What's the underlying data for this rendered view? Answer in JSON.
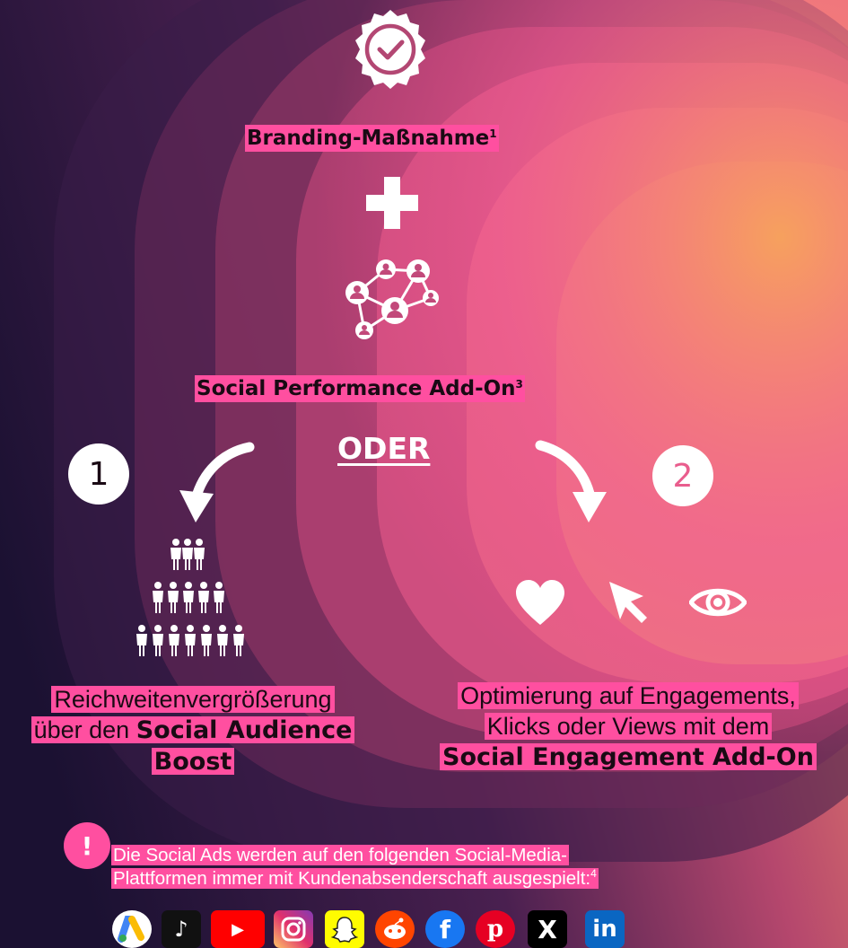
{
  "branding": {
    "label": "Branding-Maßnahme",
    "sup": "1"
  },
  "social_performance": {
    "label": "Social Performance Add-On",
    "sup": "3"
  },
  "oder_label": "ODER",
  "option1": {
    "number": "1",
    "line1": "Reichweitenvergrößerung",
    "line2_prefix": "über den ",
    "line2_bold": "Social Audience",
    "line3_bold": "Boost"
  },
  "option2": {
    "number": "2",
    "line1": "Optimierung auf Engagements,",
    "line2": "Klicks oder Views mit dem",
    "line3_bold": "Social Engagement Add-On"
  },
  "note": {
    "line1": "Die Social Ads werden auf den folgenden Social-Media-",
    "line2": "Plattformen immer mit Kundenabsenderschaft ausgespielt:",
    "sup": "4",
    "exclamation": "!"
  },
  "platforms": [
    {
      "icon": "google-ads-icon"
    },
    {
      "icon": "tiktok-icon",
      "glyph": "♪"
    },
    {
      "icon": "youtube-icon",
      "glyph": "▶"
    },
    {
      "icon": "instagram-icon"
    },
    {
      "icon": "snapchat-icon"
    },
    {
      "icon": "reddit-icon"
    },
    {
      "icon": "facebook-icon",
      "glyph": "f"
    },
    {
      "icon": "pinterest-icon",
      "glyph": "p"
    },
    {
      "icon": "x-icon",
      "glyph": "X"
    },
    {
      "icon": "linkedin-icon",
      "glyph": "in"
    }
  ],
  "colors": {
    "accent": "#ff4fa0",
    "text": "#1a0a14",
    "bg_dark": "#1c1233"
  }
}
